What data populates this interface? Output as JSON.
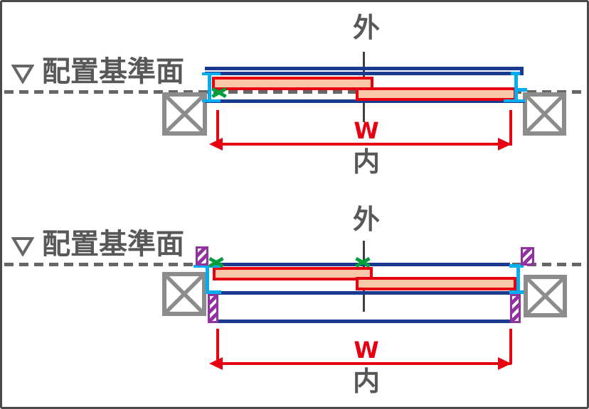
{
  "colors": {
    "navy": "#1a3a8f",
    "red": "#e60012",
    "sash-fill": "#f8c8a8",
    "cyan": "#00aeef",
    "green": "#009f3c",
    "purple": "#9232a0",
    "wall-gray": "#8c8c8c",
    "text-gray": "#58585a",
    "dash-gray": "#666666",
    "axis-gray": "#3f3f41",
    "border-gray": "#4a4a4a"
  },
  "icons": {
    "reference_plane_marker": "down-triangle-outline",
    "wall_section": "crossed-square",
    "anchor_marker": "green-x-cross"
  },
  "figures": [
    {
      "reference_label": "配置基準面",
      "outside_label": "外",
      "inside_label": "内",
      "width_label": "W"
    },
    {
      "reference_label": "配置基準面",
      "outside_label": "外",
      "inside_label": "内",
      "width_label": "W"
    }
  ]
}
